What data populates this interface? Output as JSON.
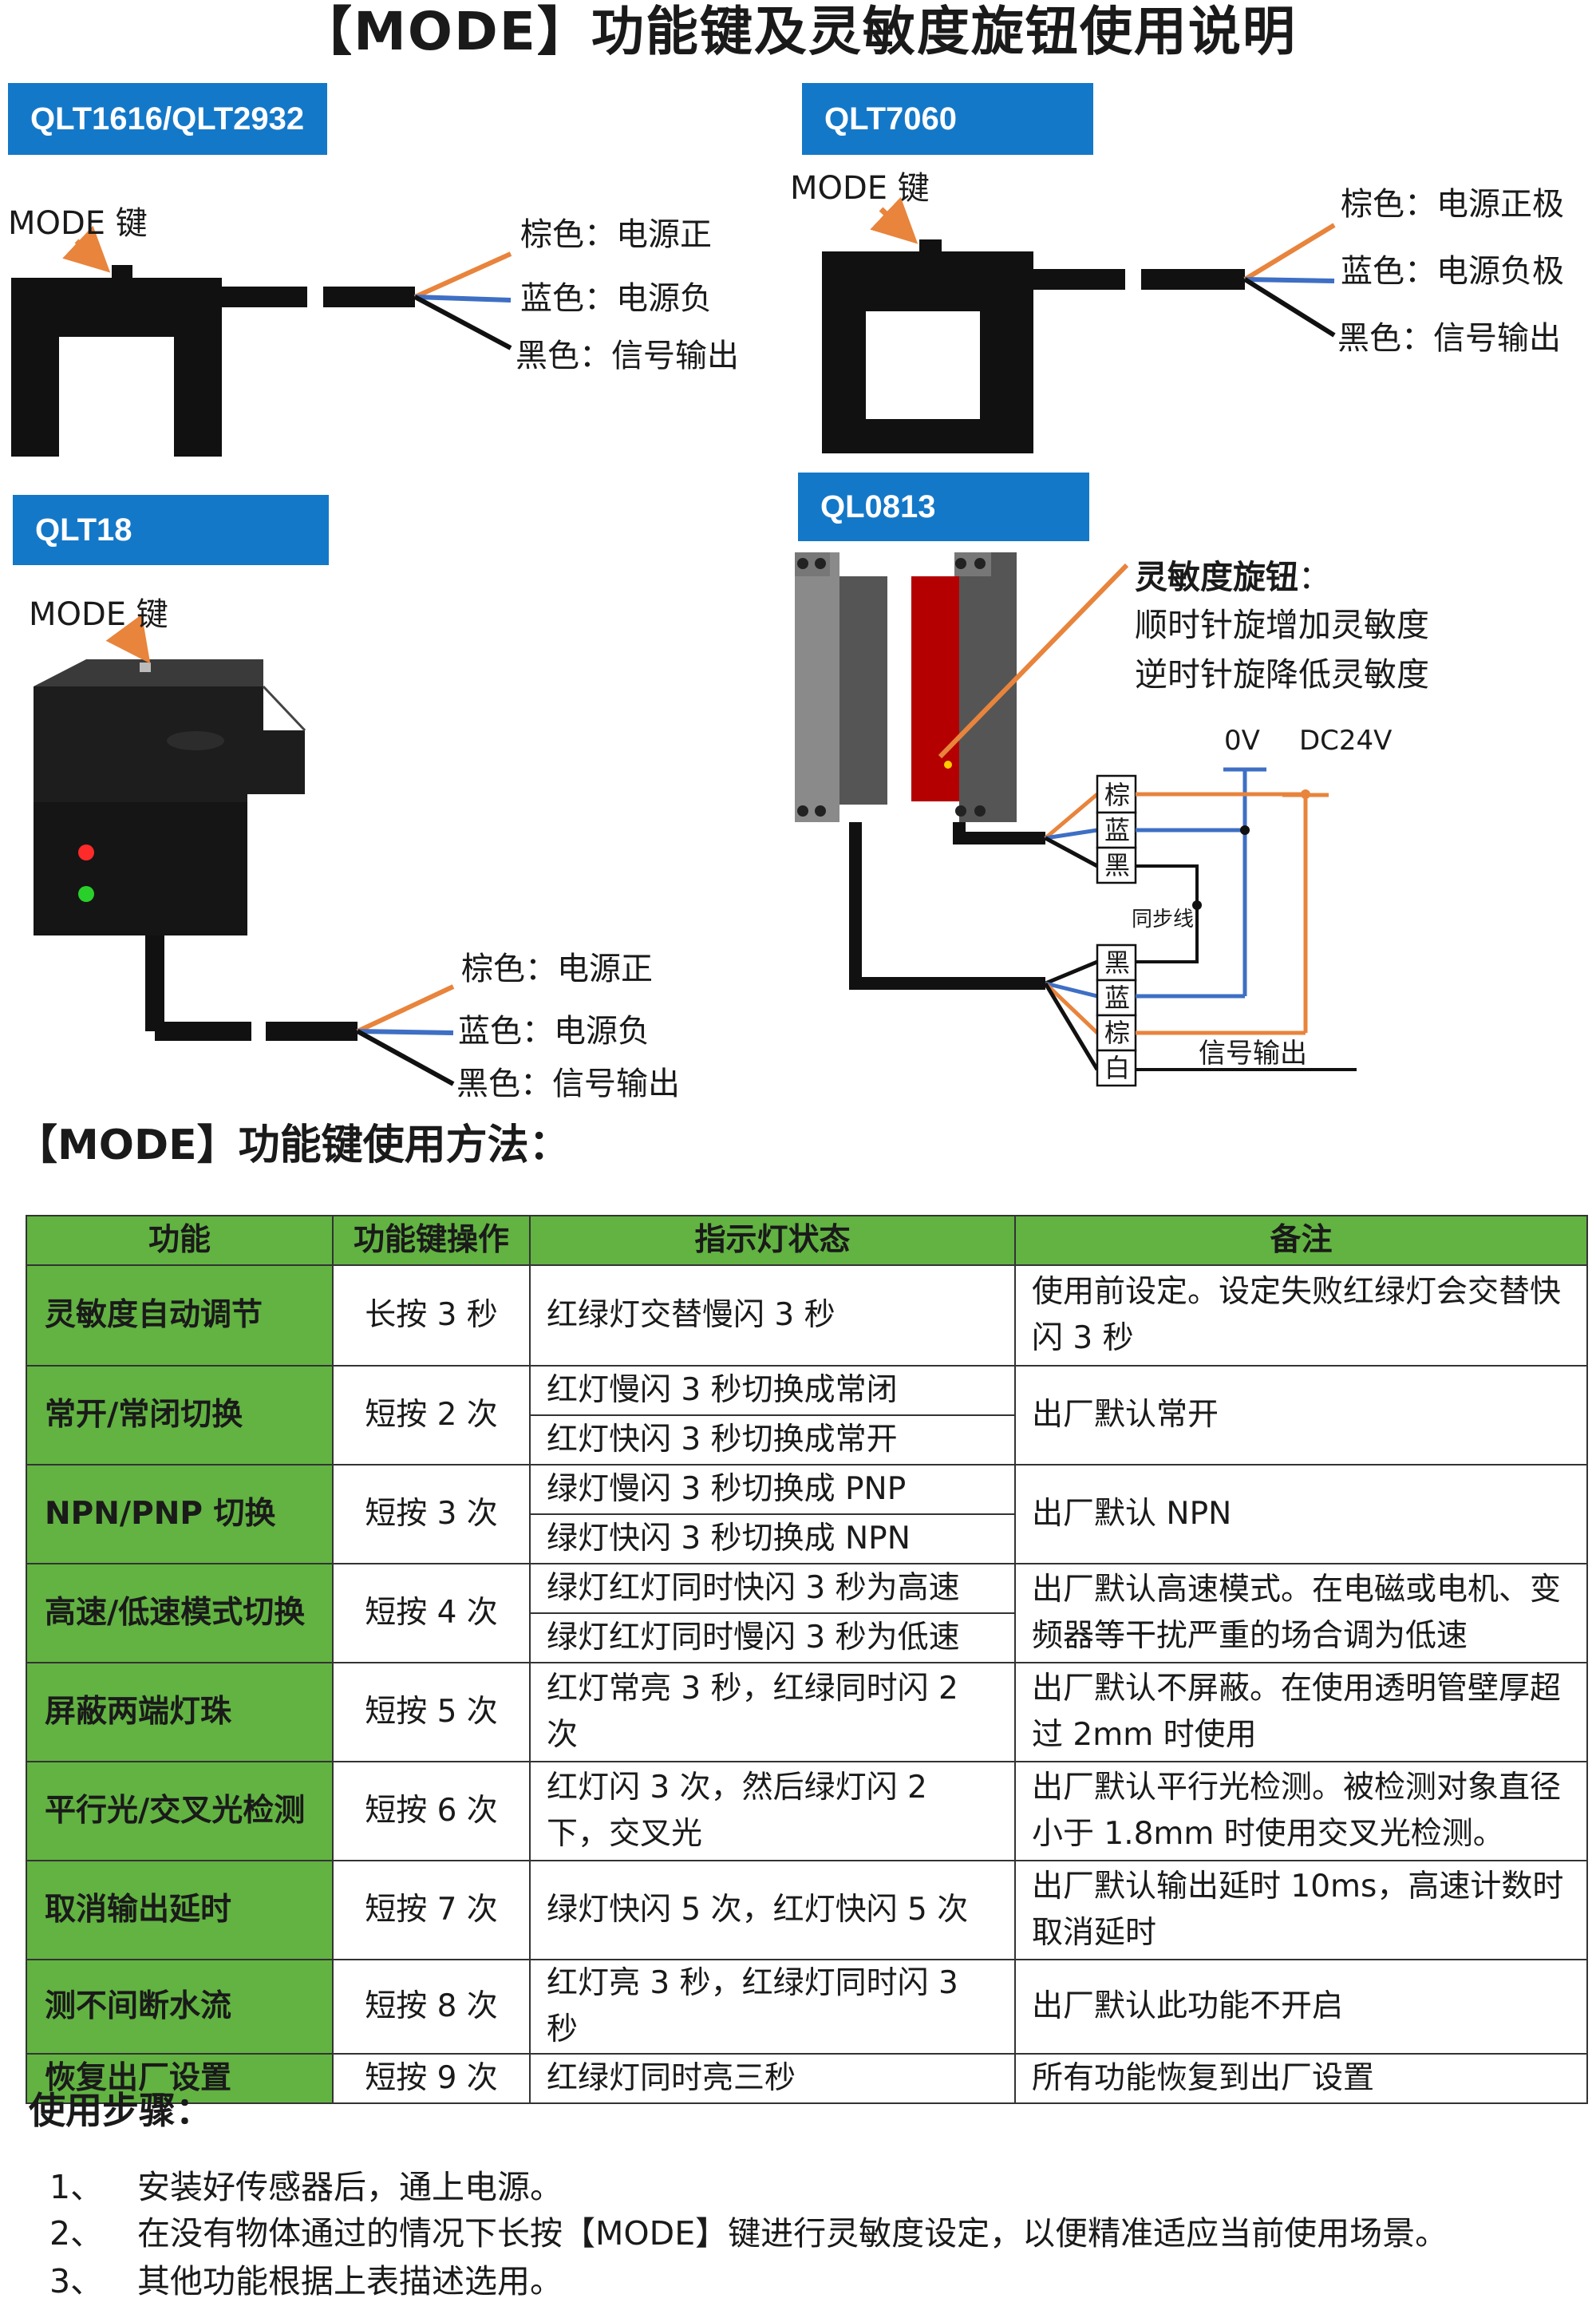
{
  "title": "【MODE】功能键及灵敏度旋钮使用说明",
  "models": {
    "qlt1616": {
      "tag": "QLT1616/QLT2932",
      "mode_key": "MODE 键",
      "wires": [
        "棕色：电源正",
        "蓝色：电源负",
        "黑色：信号输出"
      ]
    },
    "qlt7060": {
      "tag": "QLT7060",
      "mode_key": "MODE 键",
      "wires": [
        "棕色：电源正极",
        "蓝色：电源负极",
        "黑色：信号输出"
      ]
    },
    "qlt18": {
      "tag": "QLT18",
      "mode_key": "MODE 键",
      "wires": [
        "棕色：电源正",
        "蓝色：电源负",
        "黑色：信号输出"
      ]
    },
    "ql0813": {
      "tag": "QL0813",
      "knob_title": "灵敏度旋钮",
      "knob_colon": "：",
      "knob_lines": [
        "顺时针旋增加灵敏度",
        "逆时针旋降低灵敏度"
      ],
      "zero_v": "0V",
      "dc24v": "DC24V",
      "top_wires": [
        "棕",
        "蓝",
        "黑"
      ],
      "bottom_wires": [
        "黑",
        "蓝",
        "棕",
        "白"
      ],
      "sync_line": "同步线",
      "signal_out": "信号输出"
    }
  },
  "colors": {
    "tag_blue": "#1478c8",
    "wire_brown": "#e8843c",
    "wire_blue": "#3e6fc4",
    "wire_black": "#111111",
    "header_green": "#62b342"
  },
  "usage_heading": "【MODE】功能键使用方法：",
  "table": {
    "headers": [
      "功能",
      "功能键操作",
      "指示灯状态",
      "备注"
    ],
    "rows": [
      {
        "func": "灵敏度自动调节",
        "op": "长按 3 秒",
        "lights": [
          "红绿灯交替慢闪 3 秒"
        ],
        "note": "使用前设定。设定失败红绿灯会交替快闪 3 秒"
      },
      {
        "func": "常开/常闭切换",
        "op": "短按 2 次",
        "lights": [
          "红灯慢闪 3 秒切换成常闭",
          "红灯快闪 3 秒切换成常开"
        ],
        "note": "出厂默认常开"
      },
      {
        "func": "NPN/PNP 切换",
        "op": "短按 3 次",
        "lights": [
          "绿灯慢闪 3 秒切换成 PNP",
          "绿灯快闪 3 秒切换成 NPN"
        ],
        "note": "出厂默认 NPN"
      },
      {
        "func": "高速/低速模式切换",
        "op": "短按 4 次",
        "lights": [
          "绿灯红灯同时快闪 3 秒为高速",
          "绿灯红灯同时慢闪 3 秒为低速"
        ],
        "note": "出厂默认高速模式。在电磁或电机、变频器等干扰严重的场合调为低速"
      },
      {
        "func": "屏蔽两端灯珠",
        "op": "短按 5 次",
        "lights": [
          "红灯常亮 3 秒，红绿同时闪 2 次"
        ],
        "note": "出厂默认不屏蔽。在使用透明管壁厚超过 2mm 时使用"
      },
      {
        "func": "平行光/交叉光检测",
        "op": "短按 6 次",
        "lights": [
          "红灯闪 3 次，然后绿灯闪 2 下，交叉光"
        ],
        "note": "出厂默认平行光检测。被检测对象直径小于 1.8mm 时使用交叉光检测。"
      },
      {
        "func": "取消输出延时",
        "op": "短按 7 次",
        "lights": [
          "绿灯快闪 5 次，红灯快闪 5 次"
        ],
        "note": "出厂默认输出延时 10ms，高速计数时取消延时"
      },
      {
        "func": "测不间断水流",
        "op": "短按 8 次",
        "lights": [
          "红灯亮 3 秒，红绿灯同时闪 3 秒"
        ],
        "note": "出厂默认此功能不开启"
      },
      {
        "func": "恢复出厂设置",
        "op": "短按 9 次",
        "lights": [
          "红绿灯同时亮三秒"
        ],
        "note": "所有功能恢复到出厂设置"
      }
    ]
  },
  "steps_heading": "使用步骤：",
  "steps": [
    {
      "num": "1、",
      "text": "安装好传感器后，通上电源。"
    },
    {
      "num": "2、",
      "text": "在没有物体通过的情况下长按【MODE】键进行灵敏度设定，以便精准适应当前使用场景。"
    },
    {
      "num": "3、",
      "text": "其他功能根据上表描述选用。"
    }
  ]
}
